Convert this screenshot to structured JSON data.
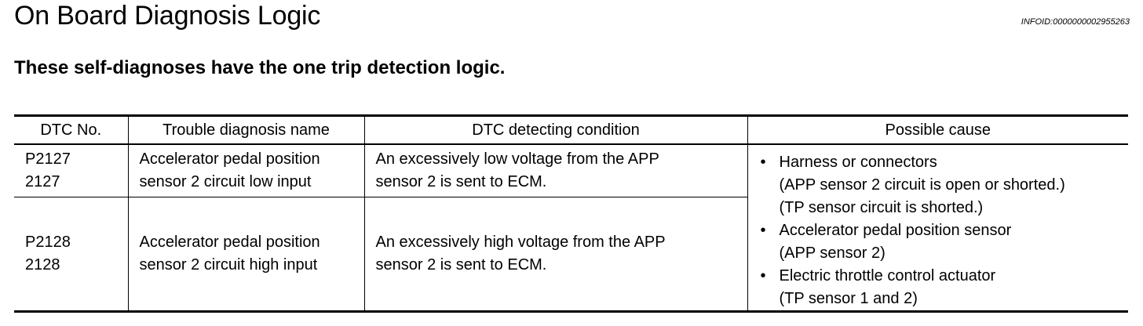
{
  "header": {
    "title": "On Board Diagnosis Logic",
    "info_id": "INFOID:0000000002955263"
  },
  "subtitle": "These self-diagnoses have the one trip detection logic.",
  "table": {
    "columns": [
      "DTC No.",
      "Trouble diagnosis name",
      "DTC detecting condition",
      "Possible cause"
    ],
    "rows": [
      {
        "dtc": [
          "P2127",
          "2127"
        ],
        "name": [
          "Accelerator pedal position",
          "sensor 2 circuit low input"
        ],
        "condition": [
          "An excessively low voltage from the APP",
          "sensor 2 is sent to ECM."
        ]
      },
      {
        "dtc": [
          "P2128",
          "2128"
        ],
        "name": [
          "Accelerator pedal position",
          "sensor 2 circuit high input"
        ],
        "condition": [
          "An excessively high voltage from the APP",
          "sensor 2 is sent to ECM."
        ]
      }
    ],
    "possible_cause": [
      {
        "label": "Harness or connectors",
        "details": [
          "(APP sensor 2 circuit is open or shorted.)",
          "(TP sensor circuit is shorted.)"
        ]
      },
      {
        "label": "Accelerator pedal position sensor",
        "details": [
          "(APP sensor 2)"
        ]
      },
      {
        "label": "Electric throttle control actuator",
        "details": [
          "(TP sensor 1 and 2)"
        ]
      }
    ],
    "bullet_glyph": "•"
  }
}
